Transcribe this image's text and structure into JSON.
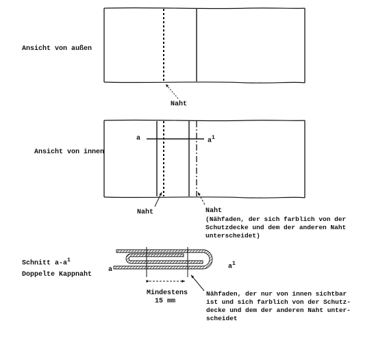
{
  "views": {
    "outside": {
      "title": "Ansicht von außen",
      "seam_label": "Naht"
    },
    "inside": {
      "title": "Ansicht von innen",
      "section_start": "a",
      "section_end_base": "a",
      "section_end_sup": "1",
      "seam_label_left": "Naht",
      "seam_label_right": "Naht",
      "seam_note_right": "(Nähfaden, der sich farblich von der\nSchutzdecke und dem der anderen Naht\nunterscheidet)"
    },
    "section": {
      "title_base": "Schnitt a-a",
      "title_sup": "1",
      "subtitle": "Doppelte Kappnaht",
      "end_left": "a",
      "end_right_base": "a",
      "end_right_sup": "1",
      "dimension_label": "Mindestens",
      "dimension_value": "15 mm",
      "thread_note": "Nähfaden, der nur von innen sichtbar\nist und sich farblich von der Schutz-\ndecke und dem der anderen Naht unter-\nscheidet"
    }
  }
}
